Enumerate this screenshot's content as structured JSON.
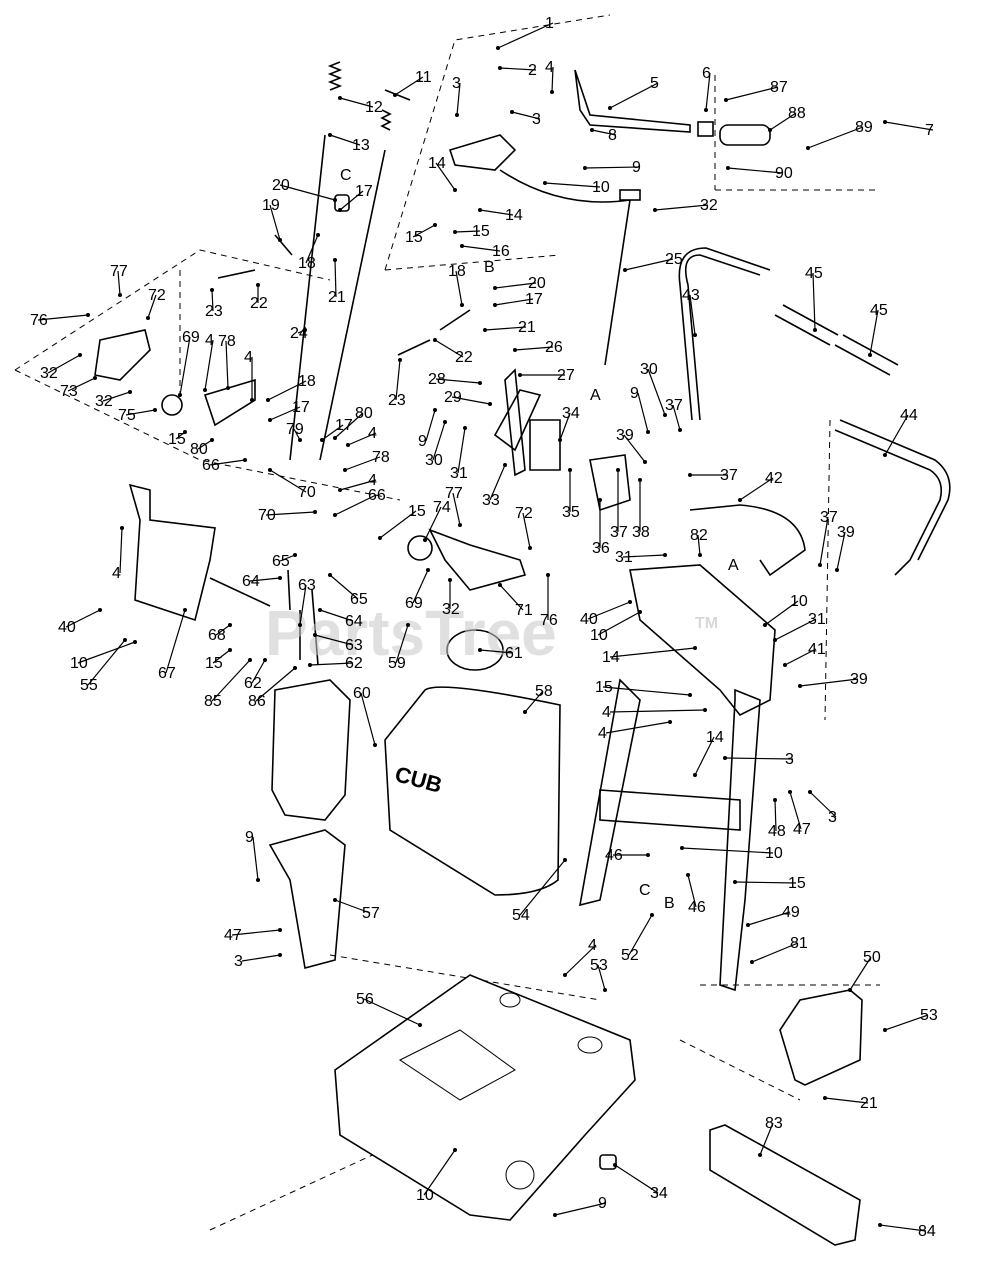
{
  "watermark": {
    "text": "PartsTree",
    "tm": "TM"
  },
  "labels": [
    {
      "id": "c1",
      "text": "1"
    },
    {
      "id": "c2",
      "text": "2"
    },
    {
      "id": "c3a",
      "text": "3"
    },
    {
      "id": "c3b",
      "text": "3"
    },
    {
      "id": "c4a",
      "text": "4"
    },
    {
      "id": "c5",
      "text": "5"
    },
    {
      "id": "c6",
      "text": "6"
    },
    {
      "id": "c7",
      "text": "7"
    },
    {
      "id": "c8",
      "text": "8"
    },
    {
      "id": "c9a",
      "text": "9"
    },
    {
      "id": "c10a",
      "text": "10"
    },
    {
      "id": "c11",
      "text": "11"
    },
    {
      "id": "c12",
      "text": "12"
    },
    {
      "id": "c13",
      "text": "13"
    },
    {
      "id": "c14a",
      "text": "14"
    },
    {
      "id": "c14b",
      "text": "14"
    },
    {
      "id": "c15a",
      "text": "15"
    },
    {
      "id": "c15b",
      "text": "15"
    },
    {
      "id": "c16",
      "text": "16"
    },
    {
      "id": "cC1",
      "text": "C"
    },
    {
      "id": "c17a",
      "text": "17"
    },
    {
      "id": "c18a",
      "text": "18"
    },
    {
      "id": "c19",
      "text": "19"
    },
    {
      "id": "c20a",
      "text": "20"
    },
    {
      "id": "c21a",
      "text": "21"
    },
    {
      "id": "c22a",
      "text": "22"
    },
    {
      "id": "c23a",
      "text": "23"
    },
    {
      "id": "cB1",
      "text": "B"
    },
    {
      "id": "c18b",
      "text": "18"
    },
    {
      "id": "c20b",
      "text": "20"
    },
    {
      "id": "c17b",
      "text": "17"
    },
    {
      "id": "c21b",
      "text": "21"
    },
    {
      "id": "c22b",
      "text": "22"
    },
    {
      "id": "c24",
      "text": "24"
    },
    {
      "id": "c25",
      "text": "25"
    },
    {
      "id": "c26",
      "text": "26"
    },
    {
      "id": "c87",
      "text": "87"
    },
    {
      "id": "c88",
      "text": "88"
    },
    {
      "id": "c89",
      "text": "89"
    },
    {
      "id": "c90",
      "text": "90"
    },
    {
      "id": "c32a",
      "text": "32"
    },
    {
      "id": "c45a",
      "text": "45"
    },
    {
      "id": "c45b",
      "text": "45"
    },
    {
      "id": "c43",
      "text": "43"
    },
    {
      "id": "c77a",
      "text": "77"
    },
    {
      "id": "c72a",
      "text": "72"
    },
    {
      "id": "c76a",
      "text": "76"
    },
    {
      "id": "c69a",
      "text": "69"
    },
    {
      "id": "c78a",
      "text": "78"
    },
    {
      "id": "c4b",
      "text": "4"
    },
    {
      "id": "c4c",
      "text": "4"
    },
    {
      "id": "c32b",
      "text": "32"
    },
    {
      "id": "c73",
      "text": "73"
    },
    {
      "id": "c32c",
      "text": "32"
    },
    {
      "id": "c75",
      "text": "75"
    },
    {
      "id": "c15c",
      "text": "15"
    },
    {
      "id": "c80a",
      "text": "80"
    },
    {
      "id": "c18c",
      "text": "18"
    },
    {
      "id": "c17c",
      "text": "17"
    },
    {
      "id": "c79",
      "text": "79"
    },
    {
      "id": "c17d",
      "text": "17"
    },
    {
      "id": "c80b",
      "text": "80"
    },
    {
      "id": "c4d",
      "text": "4"
    },
    {
      "id": "c78b",
      "text": "78"
    },
    {
      "id": "c4e",
      "text": "4"
    },
    {
      "id": "c66a",
      "text": "66"
    },
    {
      "id": "c70a",
      "text": "70"
    },
    {
      "id": "c66b",
      "text": "66"
    },
    {
      "id": "c70b",
      "text": "70"
    },
    {
      "id": "c23b",
      "text": "23"
    },
    {
      "id": "c28",
      "text": "28"
    },
    {
      "id": "c27",
      "text": "27"
    },
    {
      "id": "c29",
      "text": "29"
    },
    {
      "id": "c9b",
      "text": "9"
    },
    {
      "id": "c30a",
      "text": "30"
    },
    {
      "id": "c31a",
      "text": "31"
    },
    {
      "id": "c33",
      "text": "33"
    },
    {
      "id": "cA1",
      "text": "A"
    },
    {
      "id": "c34a",
      "text": "34"
    },
    {
      "id": "c35",
      "text": "35"
    },
    {
      "id": "c36",
      "text": "36"
    },
    {
      "id": "c37a",
      "text": "37"
    },
    {
      "id": "c38",
      "text": "38"
    },
    {
      "id": "c9c",
      "text": "9"
    },
    {
      "id": "c30b",
      "text": "30"
    },
    {
      "id": "c37b",
      "text": "37"
    },
    {
      "id": "c39a",
      "text": "39"
    },
    {
      "id": "c37c",
      "text": "37"
    },
    {
      "id": "c44",
      "text": "44"
    },
    {
      "id": "c42",
      "text": "42"
    },
    {
      "id": "c82",
      "text": "82"
    },
    {
      "id": "cA2",
      "text": "A"
    },
    {
      "id": "c37d",
      "text": "37"
    },
    {
      "id": "c39b",
      "text": "39"
    },
    {
      "id": "c31b",
      "text": "31"
    },
    {
      "id": "c4f",
      "text": "4"
    },
    {
      "id": "c40a",
      "text": "40"
    },
    {
      "id": "c10b",
      "text": "10"
    },
    {
      "id": "c55",
      "text": "55"
    },
    {
      "id": "c67",
      "text": "67"
    },
    {
      "id": "c68",
      "text": "68"
    },
    {
      "id": "c15d",
      "text": "15"
    },
    {
      "id": "c85",
      "text": "85"
    },
    {
      "id": "c86",
      "text": "86"
    },
    {
      "id": "c62a",
      "text": "62"
    },
    {
      "id": "c62b",
      "text": "62"
    },
    {
      "id": "c63a",
      "text": "63"
    },
    {
      "id": "c63b",
      "text": "63"
    },
    {
      "id": "c64a",
      "text": "64"
    },
    {
      "id": "c64b",
      "text": "64"
    },
    {
      "id": "c65a",
      "text": "65"
    },
    {
      "id": "c65b",
      "text": "65"
    },
    {
      "id": "c15e",
      "text": "15"
    },
    {
      "id": "c74",
      "text": "74"
    },
    {
      "id": "c77b",
      "text": "77"
    },
    {
      "id": "c72b",
      "text": "72"
    },
    {
      "id": "c69b",
      "text": "69"
    },
    {
      "id": "c32d",
      "text": "32"
    },
    {
      "id": "c71",
      "text": "71"
    },
    {
      "id": "c76b",
      "text": "76"
    },
    {
      "id": "c59",
      "text": "59"
    },
    {
      "id": "c61",
      "text": "61"
    },
    {
      "id": "c60",
      "text": "60"
    },
    {
      "id": "c58",
      "text": "58"
    },
    {
      "id": "c40b",
      "text": "40"
    },
    {
      "id": "c10c",
      "text": "10"
    },
    {
      "id": "c10d",
      "text": "10"
    },
    {
      "id": "c31c",
      "text": "31"
    },
    {
      "id": "c14c",
      "text": "14"
    },
    {
      "id": "c41",
      "text": "41"
    },
    {
      "id": "c39c",
      "text": "39"
    },
    {
      "id": "c15f",
      "text": "15"
    },
    {
      "id": "c4g",
      "text": "4"
    },
    {
      "id": "c4h",
      "text": "4"
    },
    {
      "id": "c14d",
      "text": "14"
    },
    {
      "id": "c3c",
      "text": "3"
    },
    {
      "id": "c48",
      "text": "48"
    },
    {
      "id": "c47a",
      "text": "47"
    },
    {
      "id": "c3d",
      "text": "3"
    },
    {
      "id": "c46a",
      "text": "46"
    },
    {
      "id": "c10e",
      "text": "10"
    },
    {
      "id": "c15g",
      "text": "15"
    },
    {
      "id": "cC2",
      "text": "C"
    },
    {
      "id": "cB2",
      "text": "B"
    },
    {
      "id": "c46b",
      "text": "46"
    },
    {
      "id": "c49",
      "text": "49"
    },
    {
      "id": "c54",
      "text": "54"
    },
    {
      "id": "c52",
      "text": "52"
    },
    {
      "id": "c9d",
      "text": "9"
    },
    {
      "id": "c57",
      "text": "57"
    },
    {
      "id": "c47b",
      "text": "47"
    },
    {
      "id": "c3e",
      "text": "3"
    },
    {
      "id": "c4i",
      "text": "4"
    },
    {
      "id": "c53a",
      "text": "53"
    },
    {
      "id": "c81",
      "text": "81"
    },
    {
      "id": "c50",
      "text": "50"
    },
    {
      "id": "c56",
      "text": "56"
    },
    {
      "id": "c53b",
      "text": "53"
    },
    {
      "id": "c21c",
      "text": "21"
    },
    {
      "id": "c83",
      "text": "83"
    },
    {
      "id": "c10f",
      "text": "10"
    },
    {
      "id": "c34b",
      "text": "34"
    },
    {
      "id": "c9e",
      "text": "9"
    },
    {
      "id": "c84",
      "text": "84"
    },
    {
      "id": "c2b",
      "text": "2"
    },
    {
      "id": "c4j",
      "text": "4"
    },
    {
      "id": "c3f",
      "text": "3"
    },
    {
      "id": "c9f",
      "text": "9"
    },
    {
      "id": "c10g",
      "text": "10"
    },
    {
      "id": "c8b",
      "text": "8"
    }
  ],
  "fuel_tank_brand": "CUB"
}
